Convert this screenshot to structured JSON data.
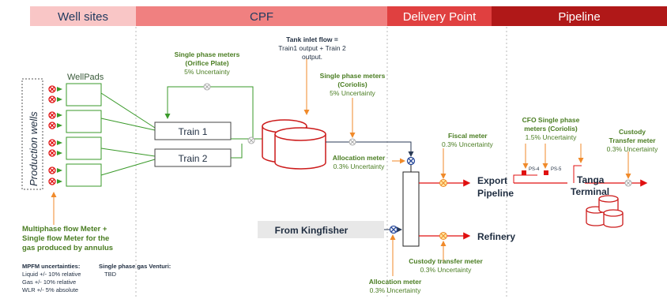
{
  "header": {
    "well_sites": "Well sites",
    "cpf": "CPF",
    "delivery_point": "Delivery Point",
    "pipeline": "Pipeline",
    "colors": {
      "well_sites": "#f9c6c6",
      "cpf": "#f08080",
      "delivery_point": "#e04040",
      "pipeline": "#b01818"
    }
  },
  "left": {
    "production_wells": "Production wells",
    "wellpads": "WellPads",
    "multiphase_1": "Multiphase flow Meter +",
    "multiphase_2": "Single flow Meter for the",
    "multiphase_3": "gas produced by annulus",
    "mpfm_title": "MPFM uncertainties:",
    "mpfm_liquid": "Liquid +/- 10% relative",
    "mpfm_gas": "Gas +/- 10% relative",
    "mpfm_wlr": "WLR +/- 5% absolute",
    "venturi_title": "Single phase gas Venturi:",
    "venturi_value": "TBD"
  },
  "cpf": {
    "train1": "Train 1",
    "train2": "Train 2",
    "orifice_1": "Single phase meters",
    "orifice_2": "(Orifice Plate)",
    "orifice_unc": "5% Uncertainty",
    "tank_1": "Tank inlet flow =",
    "tank_2": "Train1 output + Train 2",
    "tank_3": "output.",
    "coriolis_1": "Single phase meters",
    "coriolis_2": "(Coriolis)",
    "coriolis_unc": "5% Uncertainty",
    "alloc1_title": "Allocation meter",
    "alloc1_unc": "0.3% Uncertainty",
    "from_kingfisher": "From Kingfisher"
  },
  "delivery": {
    "fiscal_title": "Fiscal meter",
    "fiscal_unc": "0.3% Uncertainty",
    "export_1": "Export",
    "export_2": "Pipeline",
    "refinery": "Refinery",
    "custody_title": "Custody transfer meter",
    "custody_unc": "0.3% Uncertainty",
    "alloc2_title": "Allocation meter",
    "alloc2_unc": "0.3% Uncertainty"
  },
  "pipeline": {
    "cfo_1": "CFO Single phase",
    "cfo_2": "meters (Coriolis)",
    "cfo_unc": "1.5% Uncertainty",
    "ps4": "PS-4",
    "ps5": "PS-5",
    "tanga_1": "Tanga",
    "tanga_2": "Terminal",
    "custody_1": "Custody",
    "custody_2": "Transfer meter",
    "custody_unc": "0.3% Uncertainty"
  }
}
